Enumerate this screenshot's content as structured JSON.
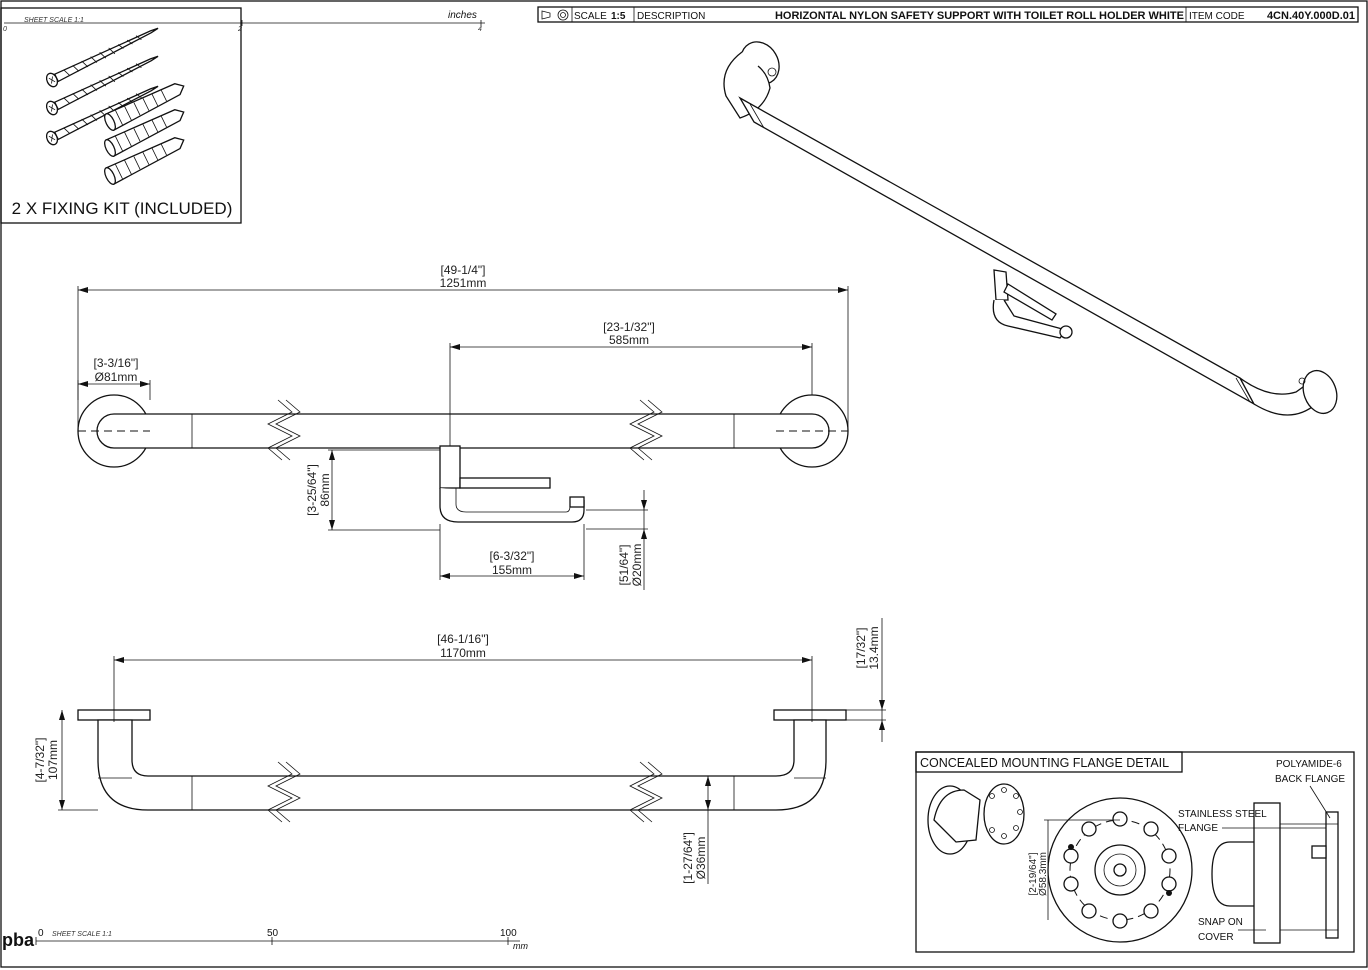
{
  "title_block": {
    "scale_label": "SCALE",
    "scale_value": "1:5",
    "description_label": "DESCRIPTION",
    "description": "HORIZONTAL NYLON SAFETY SUPPORT WITH TOILET ROLL HOLDER WHITE",
    "item_code_label": "ITEM CODE",
    "item_code": "4CN.40Y.000D.01"
  },
  "inch_scale": {
    "unit": "inches",
    "sheet_scale": "SHEET SCALE 1:1",
    "ticks": [
      "0",
      "2",
      "4"
    ]
  },
  "mm_scale": {
    "unit": "mm",
    "sheet_scale": "SHEET SCALE 1:1",
    "ticks": [
      "0",
      "50",
      "100"
    ]
  },
  "logo": "pba",
  "fixing_kit": {
    "label": "2 X FIXING KIT (INCLUDED)"
  },
  "top_view": {
    "overall_in": "[49-1/4\"]",
    "overall_mm": "1251mm",
    "holder_pos_in": "[23-1/32\"]",
    "holder_pos_mm": "585mm",
    "flange_in": "[3-3/16\"]",
    "flange_mm": "Ø81mm",
    "holder_drop_in": "[3-25/64\"]",
    "holder_drop_mm": "86mm",
    "holder_len_in": "[6-3/32\"]",
    "holder_len_mm": "155mm",
    "holder_dia_in": "[51/64\"]",
    "holder_dia_mm": "Ø20mm"
  },
  "front_view": {
    "centers_in": "[46-1/16\"]",
    "centers_mm": "1170mm",
    "flange_th_in": "[17/32\"]",
    "flange_th_mm": "13.4mm",
    "height_in": "[4-7/32\"]",
    "height_mm": "107mm",
    "tube_dia_in": "[1-27/64\"]",
    "tube_dia_mm": "Ø36mm"
  },
  "detail": {
    "title": "CONCEALED MOUNTING FLANGE DETAIL",
    "back_flange": [
      "POLYAMIDE-6",
      "BACK FLANGE"
    ],
    "steel_flange": [
      "STAINLESS STEEL",
      "FLANGE"
    ],
    "cover": [
      "SNAP ON",
      "COVER"
    ],
    "dia_in": "[2-19/64\"]",
    "dia_mm": "Ø58.3mm"
  }
}
